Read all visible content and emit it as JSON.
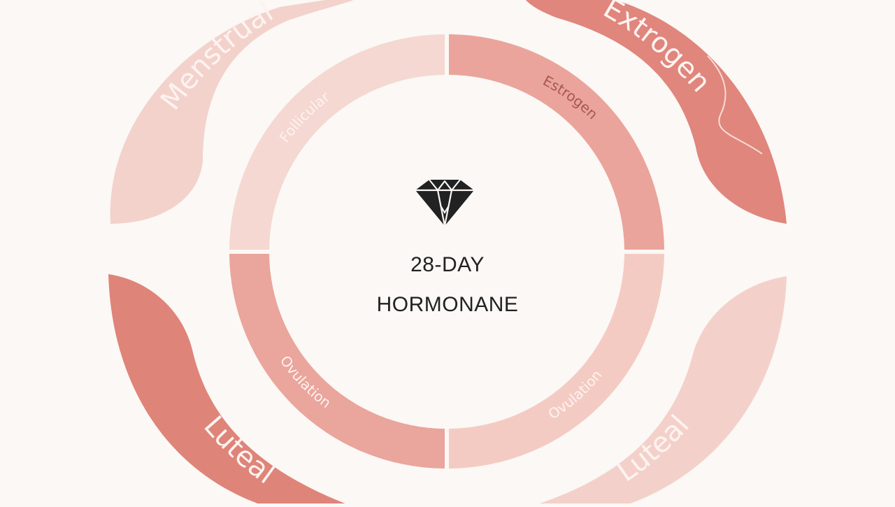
{
  "center": {
    "line1": "28-DAY",
    "line2": "HORMONANE",
    "icon": "diamond-gem-icon"
  },
  "outer_labels": {
    "top_left": "Menstrual",
    "top_right": "Extrogen",
    "bottom_left": "Luteal",
    "bottom_right": "Luteal"
  },
  "inner_labels": {
    "top_left": "Follicular",
    "top_right": "Estrogen",
    "bottom_left": "Ovulation",
    "bottom_right": "Ovulation"
  },
  "colors": {
    "background": "#fbf8f5",
    "outer_top_left": "#f3d2cb",
    "outer_top_right": "#e0867d",
    "outer_bottom_left": "#df8479",
    "outer_bottom_right": "#f3d1ca",
    "inner_top_left": "#f5d8d1",
    "inner_top_right": "#eaa49b",
    "inner_bottom_left": "#eaa59c",
    "inner_bottom_right": "#f4cbc3",
    "label_light": "#fdf3f0",
    "label_dark": "#a9574e",
    "center_text": "#222222",
    "icon": "#222222"
  }
}
